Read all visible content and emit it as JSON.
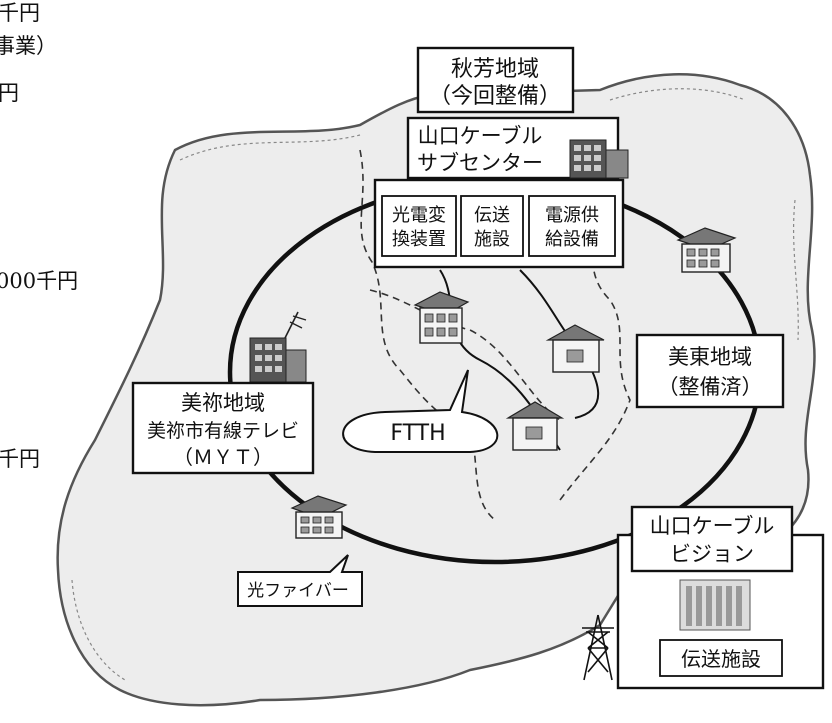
{
  "left_edge": {
    "line1": "千円",
    "line2": "事業）",
    "line3": "円",
    "line4": "000千円",
    "line5": "千円"
  },
  "regions": {
    "akiyoshi": {
      "line1": "秋芳地域",
      "line2": "（今回整備）"
    },
    "mito": {
      "line1": "美東地域",
      "line2": "（整備済）"
    },
    "mine": {
      "line1": "美祢地域",
      "line2": "美祢市有線テレビ",
      "line3": "（ＭＹＴ）"
    }
  },
  "subcenter": {
    "line1": "山口ケーブル",
    "line2": "サブセンター",
    "equipment": [
      {
        "line1": "光電変",
        "line2": "換装置"
      },
      {
        "line1": "伝送",
        "line2": "施設"
      },
      {
        "line1": "電源供",
        "line2": "給設備"
      }
    ]
  },
  "vision": {
    "line1": "山口ケーブル",
    "line2": "ビジョン",
    "facility": "伝送施設"
  },
  "callouts": {
    "ftth": "FTTH",
    "fiber": "光ファイバー"
  },
  "colors": {
    "ring": "#111111",
    "map_fill": "#ededed",
    "map_edge": "#555555",
    "roof": "#777777"
  },
  "icons": [
    "building-icon",
    "house-icon",
    "apartment-icon",
    "transmission-tower-icon",
    "antenna-icon"
  ]
}
